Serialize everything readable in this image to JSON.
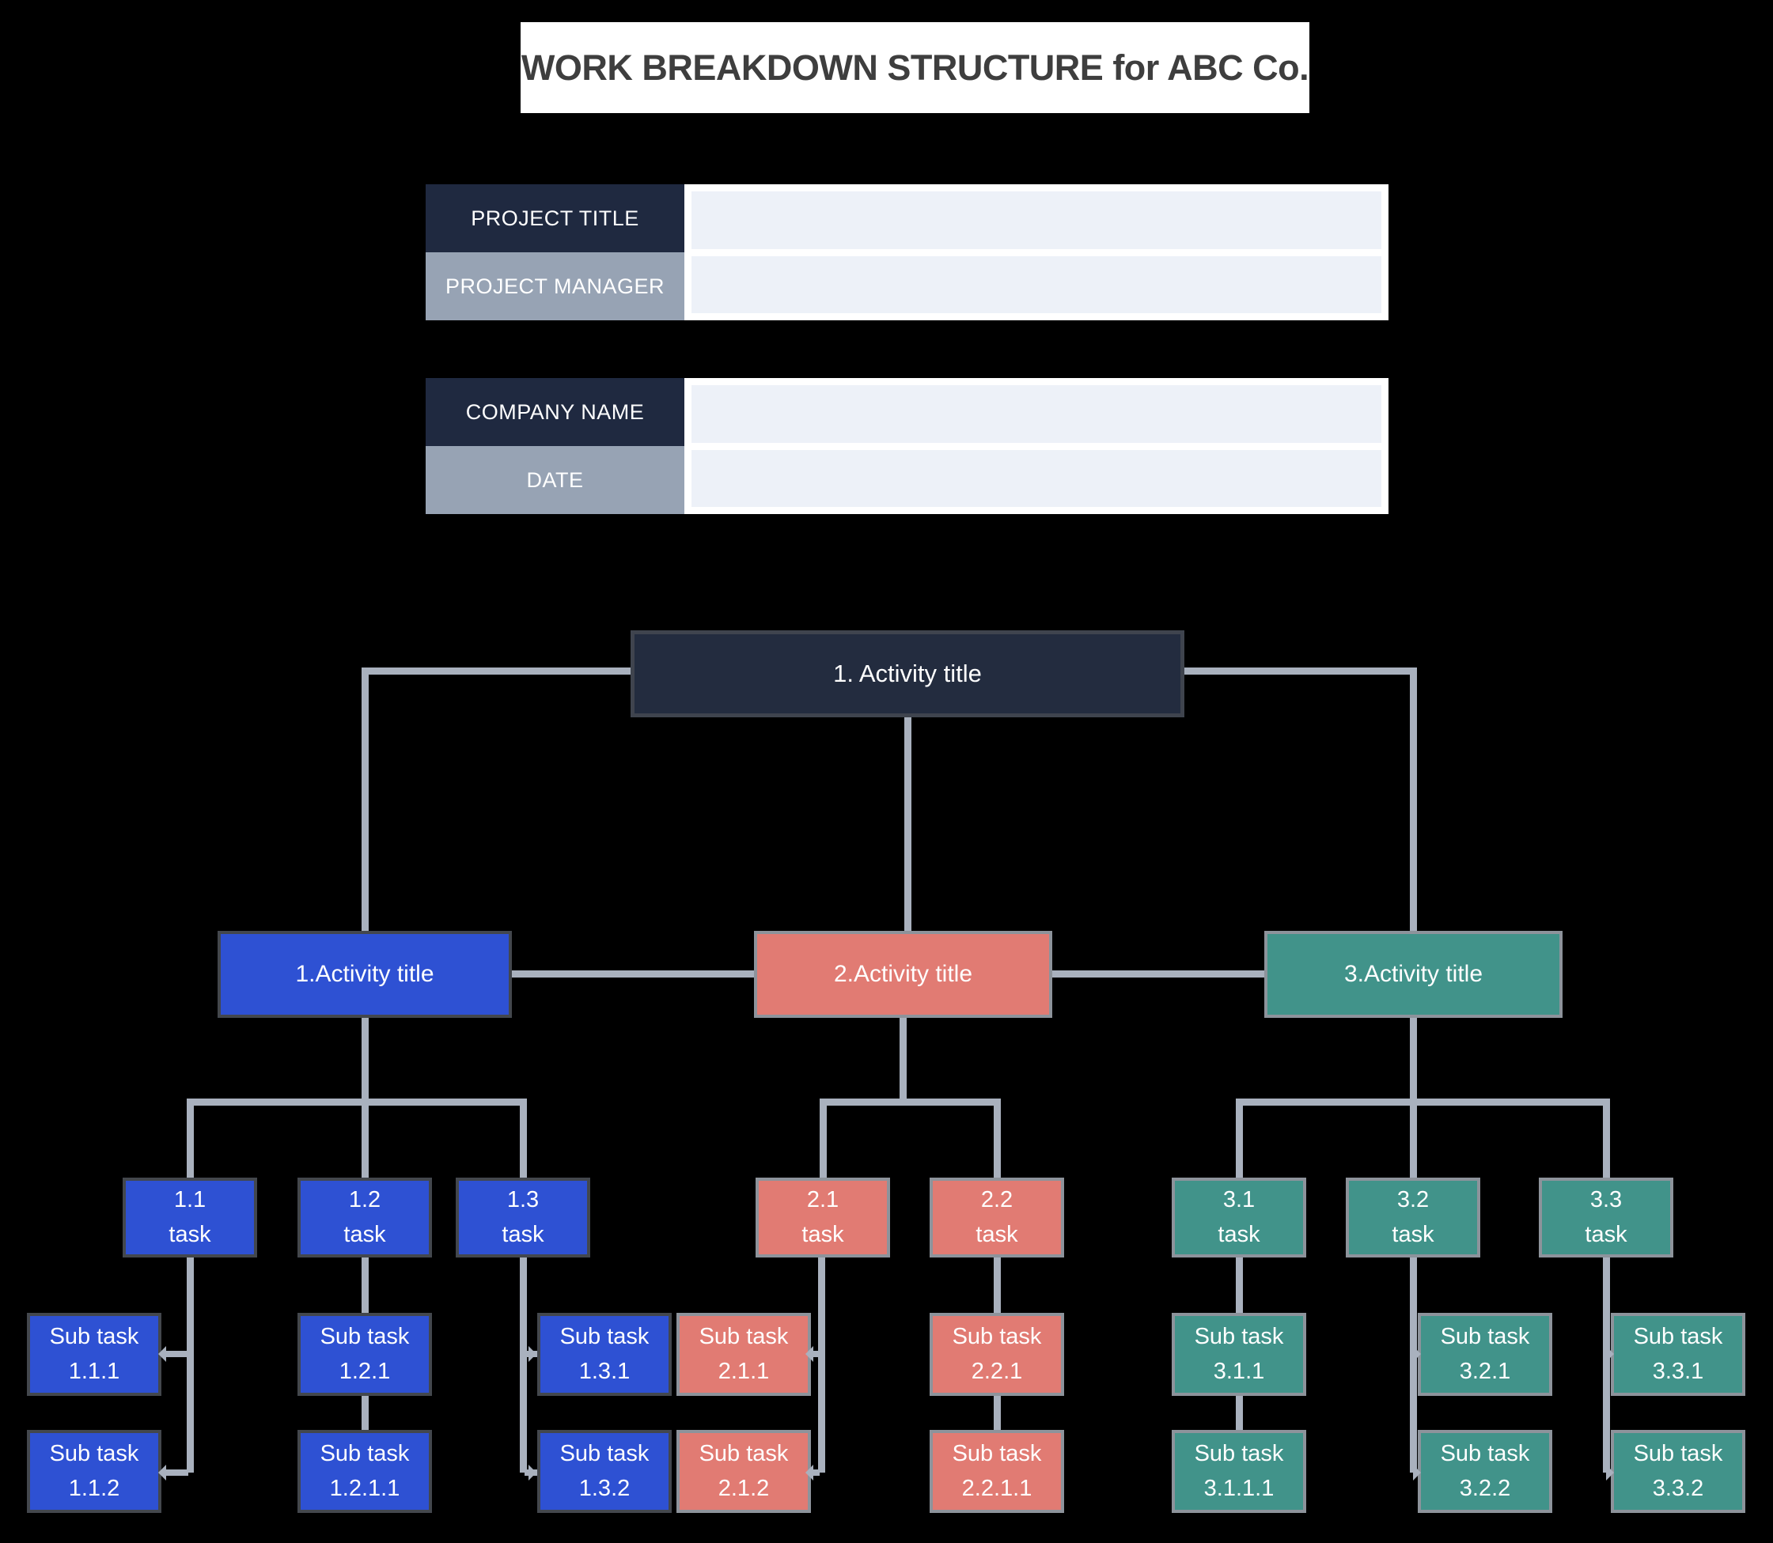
{
  "page": {
    "title": "WORK BREAKDOWN STRUCTURE for ABC Co."
  },
  "forms": {
    "project": {
      "rows": [
        {
          "label": "PROJECT TITLE",
          "value": ""
        },
        {
          "label": "PROJECT MANAGER",
          "value": ""
        }
      ]
    },
    "company": {
      "rows": [
        {
          "label": "COMPANY NAME",
          "value": ""
        },
        {
          "label": "DATE",
          "value": ""
        }
      ]
    }
  },
  "colors": {
    "background": "#000000",
    "banner": "#ffffff",
    "navy": "#1f2940",
    "slate_gray": "#97a3b4",
    "field_fill": "#edf1f8",
    "royal_blue": "#2e51d3",
    "salmon": "#e17b73",
    "teal": "#41938a",
    "connector_gray": "#a9b1be"
  },
  "tree": {
    "root": {
      "label": "1. Activity title"
    },
    "branches": [
      {
        "label": "1.Activity title",
        "tasks": [
          {
            "num": "1.1",
            "word": "task",
            "subtasks": [
              {
                "line1": "Sub task",
                "line2": "1.1.1"
              },
              {
                "line1": "Sub task",
                "line2": "1.1.2"
              }
            ]
          },
          {
            "num": "1.2",
            "word": "task",
            "subtasks": [
              {
                "line1": "Sub task",
                "line2": "1.2.1"
              },
              {
                "line1": "Sub task",
                "line2": "1.2.1.1"
              }
            ]
          },
          {
            "num": "1.3",
            "word": "task",
            "subtasks": [
              {
                "line1": "Sub task",
                "line2": "1.3.1"
              },
              {
                "line1": "Sub task",
                "line2": "1.3.2"
              }
            ]
          }
        ]
      },
      {
        "label": "2.Activity title",
        "tasks": [
          {
            "num": "2.1",
            "word": "task",
            "subtasks": [
              {
                "line1": "Sub task",
                "line2": "2.1.1"
              },
              {
                "line1": "Sub task",
                "line2": "2.1.2"
              }
            ]
          },
          {
            "num": "2.2",
            "word": "task",
            "subtasks": [
              {
                "line1": "Sub task",
                "line2": "2.2.1"
              },
              {
                "line1": "Sub task",
                "line2": "2.2.1.1"
              }
            ]
          }
        ]
      },
      {
        "label": "3.Activity title",
        "tasks": [
          {
            "num": "3.1",
            "word": "task",
            "subtasks": [
              {
                "line1": "Sub task",
                "line2": "3.1.1"
              },
              {
                "line1": "Sub task",
                "line2": "3.1.1.1"
              }
            ]
          },
          {
            "num": "3.2",
            "word": "task",
            "subtasks": [
              {
                "line1": "Sub task",
                "line2": "3.2.1"
              },
              {
                "line1": "Sub task",
                "line2": "3.2.2"
              }
            ]
          },
          {
            "num": "3.3",
            "word": "task",
            "subtasks": [
              {
                "line1": "Sub task",
                "line2": "3.3.1"
              },
              {
                "line1": "Sub task",
                "line2": "3.3.2"
              }
            ]
          }
        ]
      }
    ]
  }
}
